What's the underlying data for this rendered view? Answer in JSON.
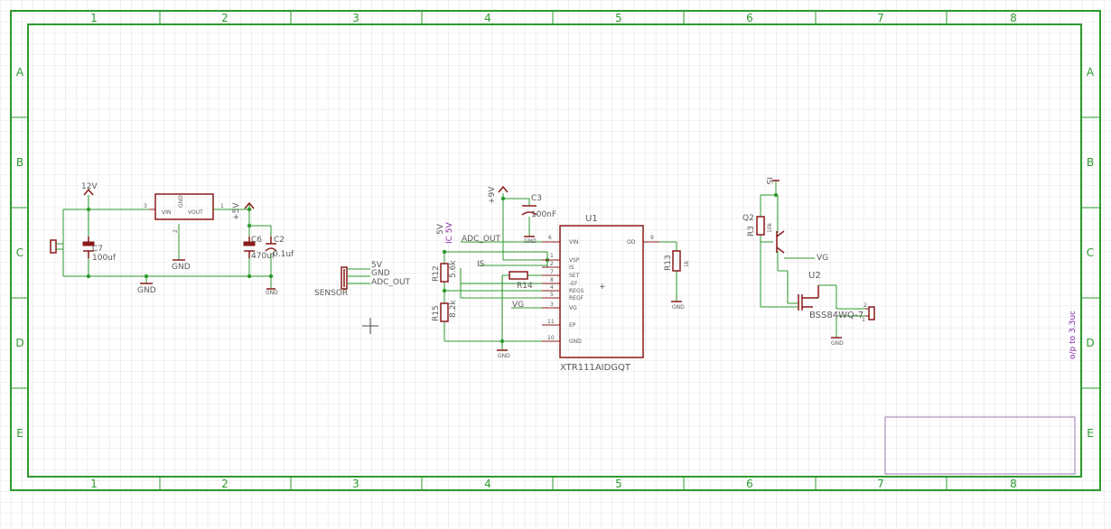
{
  "border": {
    "columns": [
      "1",
      "2",
      "3",
      "4",
      "5",
      "6",
      "7",
      "8"
    ],
    "rows": [
      "A",
      "B",
      "C",
      "D",
      "E"
    ]
  },
  "power_block": {
    "v12": "12V",
    "regulator_pin_in": "VIN",
    "regulator_pin_gnd": "GND",
    "regulator_pin_out": "VOUT",
    "regulator_pin_num_in": "3",
    "regulator_pin_num_out": "1",
    "regulator_pin_num_gnd": "2",
    "regulator_gnd_label": "GND",
    "c7_name": "C7",
    "c7_value": "100uf",
    "c6_name": "C6",
    "c6_value": "470uf",
    "c2_name": "C2",
    "c2_value": "0.1uf",
    "plus5v": "+5V",
    "gnd_main": "GND",
    "gnd_right": "GND"
  },
  "sensor_block": {
    "name": "SENSOR",
    "pins": [
      "5V",
      "GND",
      "ADC_OUT"
    ]
  },
  "xtr_block": {
    "part_name": "U1",
    "part_value": "XTR111AIDGQT",
    "pins_left": [
      {
        "num": "6",
        "name": "VIN"
      },
      {
        "num": "1",
        "name": "VSP"
      },
      {
        "num": "2",
        "name": "IS"
      },
      {
        "num": "7",
        "name": "SET"
      },
      {
        "num": "8",
        "name": "-EF"
      },
      {
        "num": "4",
        "name": "REGS"
      },
      {
        "num": "5",
        "name": "REGF"
      },
      {
        "num": "3",
        "name": "VG"
      },
      {
        "num": "11",
        "name": "EP"
      },
      {
        "num": "10",
        "name": "GND"
      }
    ],
    "pin_right": {
      "num": "9",
      "name": "OD"
    },
    "net_adc": "ADC_OUT",
    "net_is": "IS",
    "net_vg": "VG",
    "plus9v": "+9V",
    "c3_name": "C3",
    "c3_value": "100nF",
    "gnd_c3": "GND",
    "gnd_bottom": "GND",
    "r12_name": "R12",
    "r12_value": "5.6k",
    "r15_name": "R15",
    "r15_value": "8.2k",
    "r14_name": "R14",
    "r13_name": "R13",
    "r13_value": "1k",
    "gnd_r13": "GND",
    "v5_a": "5V",
    "v5_b": "IC 5V"
  },
  "fet_block": {
    "q2_name": "Q2",
    "r3_name": "R3",
    "r3_value": "10k",
    "top_net": "IS",
    "net_vg": "VG",
    "u2_name": "U2",
    "u2_value": "BSS84WQ-7",
    "gnd": "GND",
    "connector_pin1": "1",
    "connector_pin2": "2"
  },
  "note": {
    "text": "o/p to 3.3uc"
  }
}
